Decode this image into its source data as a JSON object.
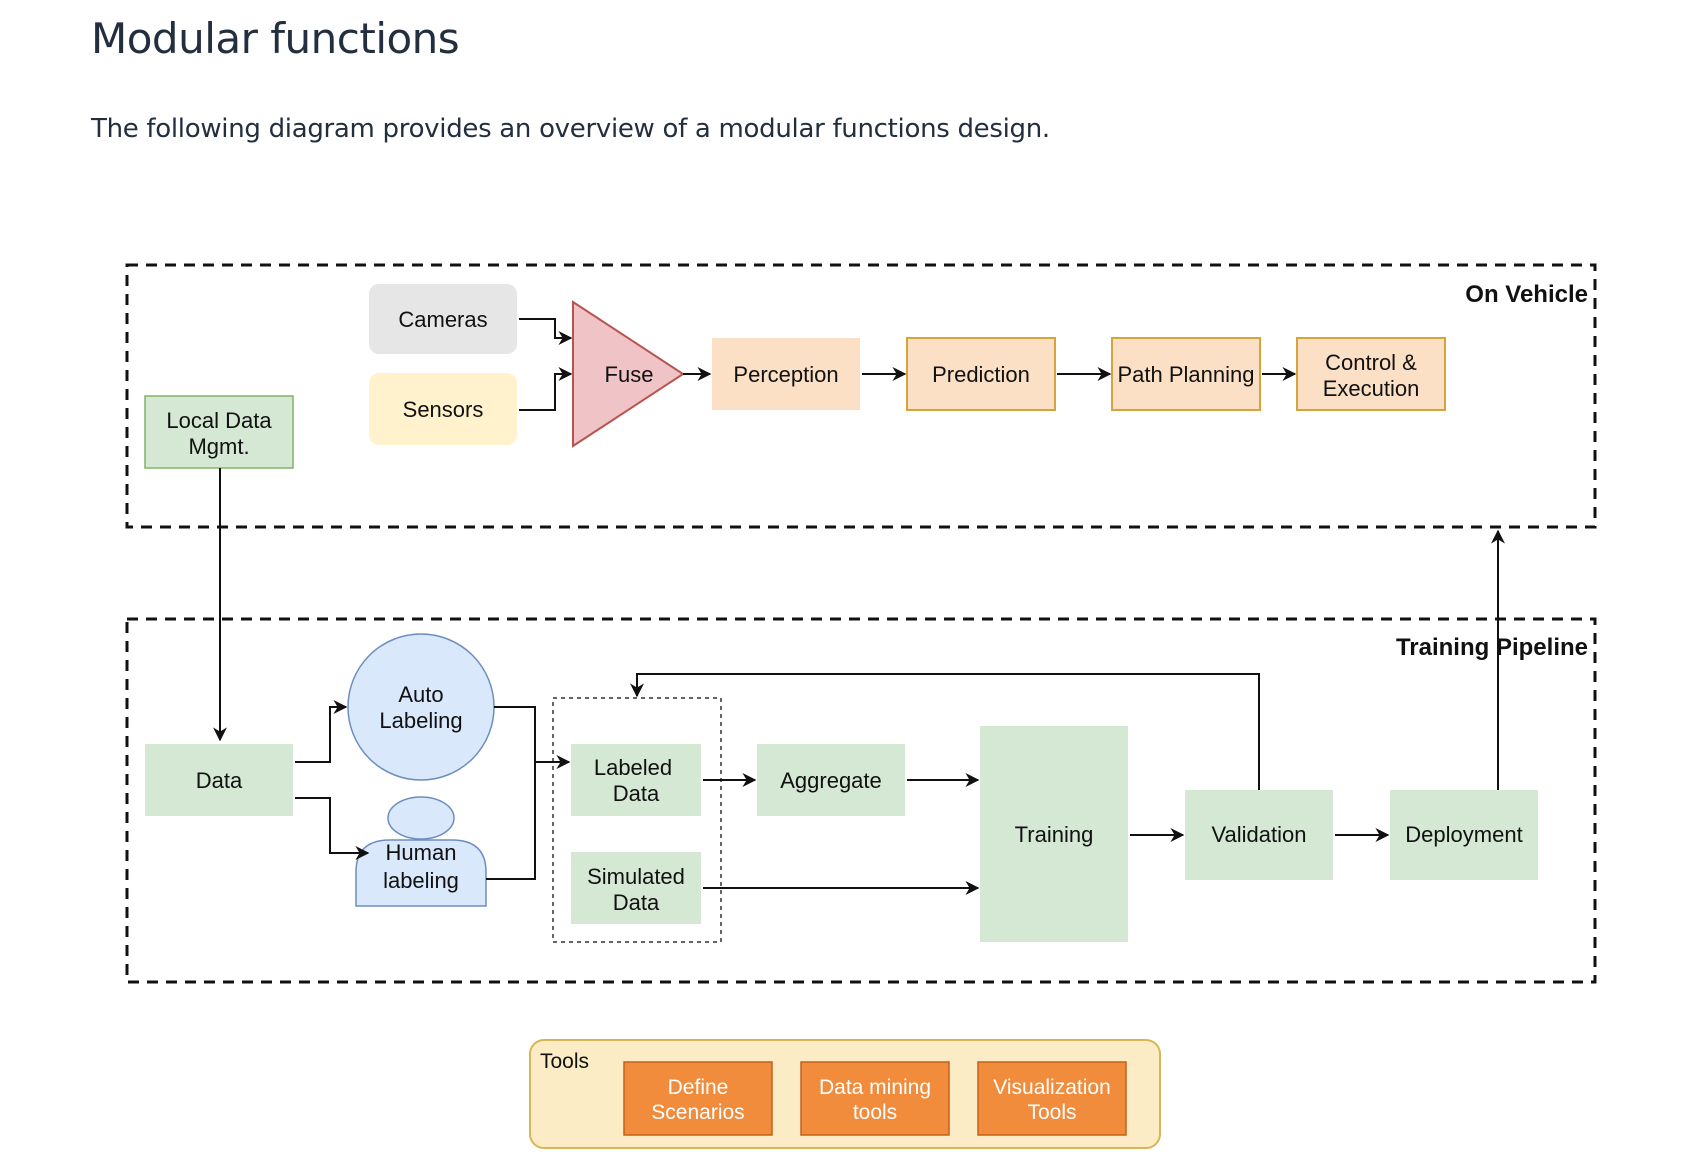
{
  "page": {
    "title": "Modular functions",
    "intro": "The following diagram provides an overview of a modular functions design."
  },
  "diagram": {
    "on_vehicle": {
      "label": "On Vehicle",
      "cameras": "Cameras",
      "sensors": "Sensors",
      "fuse": "Fuse",
      "perception": "Perception",
      "prediction": "Prediction",
      "path_planning": "Path Planning",
      "control_line1": "Control &",
      "control_line2": "Execution",
      "local_data_line1": "Local Data",
      "local_data_line2": "Mgmt."
    },
    "training_pipeline": {
      "label": "Training Pipeline",
      "data": "Data",
      "auto_line1": "Auto",
      "auto_line2": "Labeling",
      "human_line1": "Human",
      "human_line2": "labeling",
      "labeled_line1": "Labeled",
      "labeled_line2": "Data",
      "simulated_line1": "Simulated",
      "simulated_line2": "Data",
      "aggregate": "Aggregate",
      "training": "Training",
      "validation": "Validation",
      "deployment": "Deployment"
    },
    "tools": {
      "label": "Tools",
      "define_line1": "Define",
      "define_line2": "Scenarios",
      "mining_line1": "Data mining",
      "mining_line2": "tools",
      "viz_line1": "Visualization",
      "viz_line2": "Tools"
    },
    "colors": {
      "green": "#d5e8d4",
      "green_border": "#82b366",
      "peach": "#fbe0c6",
      "peach_border": "#d6a33d",
      "gray": "#e6e6e6",
      "cream": "#fff2cc",
      "pink": "#f0c4c6",
      "pink_border": "#b85450",
      "blue": "#dae8fc",
      "blue_border": "#6c8ebf",
      "orange": "#f08c3c",
      "orange_border": "#c2611d",
      "tools_bg": "#fbecc6",
      "tools_border": "#d6b656"
    }
  }
}
